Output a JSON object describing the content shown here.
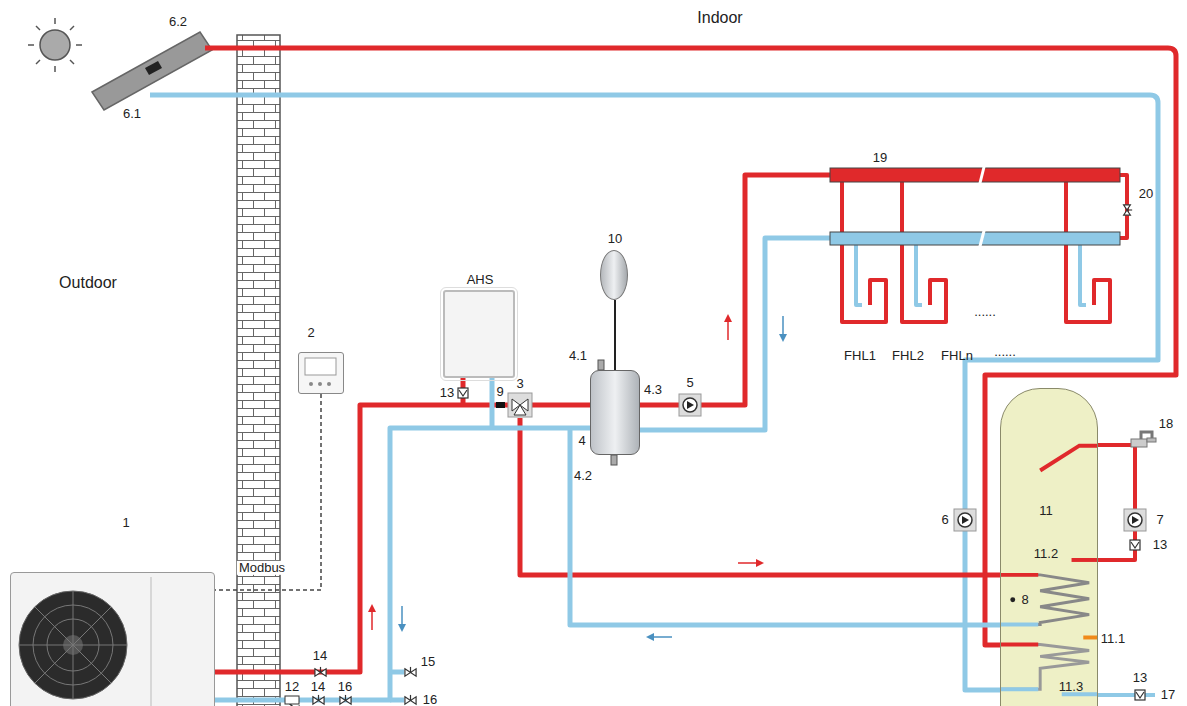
{
  "diagram": {
    "nodes": [
      {
        "text": [
          "1"
        ]
      },
      {
        "text": [
          "2"
        ]
      },
      {
        "text": [
          "AHS"
        ]
      },
      {
        "text": [
          "4"
        ]
      },
      {
        "text": [
          "10"
        ]
      },
      {
        "text": [
          "11",
          "11.2",
          "11.1",
          "11.3"
        ]
      }
    ],
    "edges": [
      {
        "from": 1,
        "to": 0,
        "arrow": "none"
      },
      {
        "from": 3,
        "to": 4,
        "arrow": "none"
      }
    ],
    "labels": [
      "Indoor",
      "Outdoor",
      "6.2",
      "6.1",
      "Modbus",
      "14",
      "12",
      "14",
      "16",
      "15",
      "16",
      "13",
      "9",
      "3",
      "4.1",
      "4.2",
      "4.3",
      "5",
      "19",
      "20",
      "FHL1",
      "FHL2",
      "FHLn",
      "......",
      "......",
      "6",
      "7",
      "13",
      "18",
      "8",
      "13",
      "17"
    ]
  }
}
